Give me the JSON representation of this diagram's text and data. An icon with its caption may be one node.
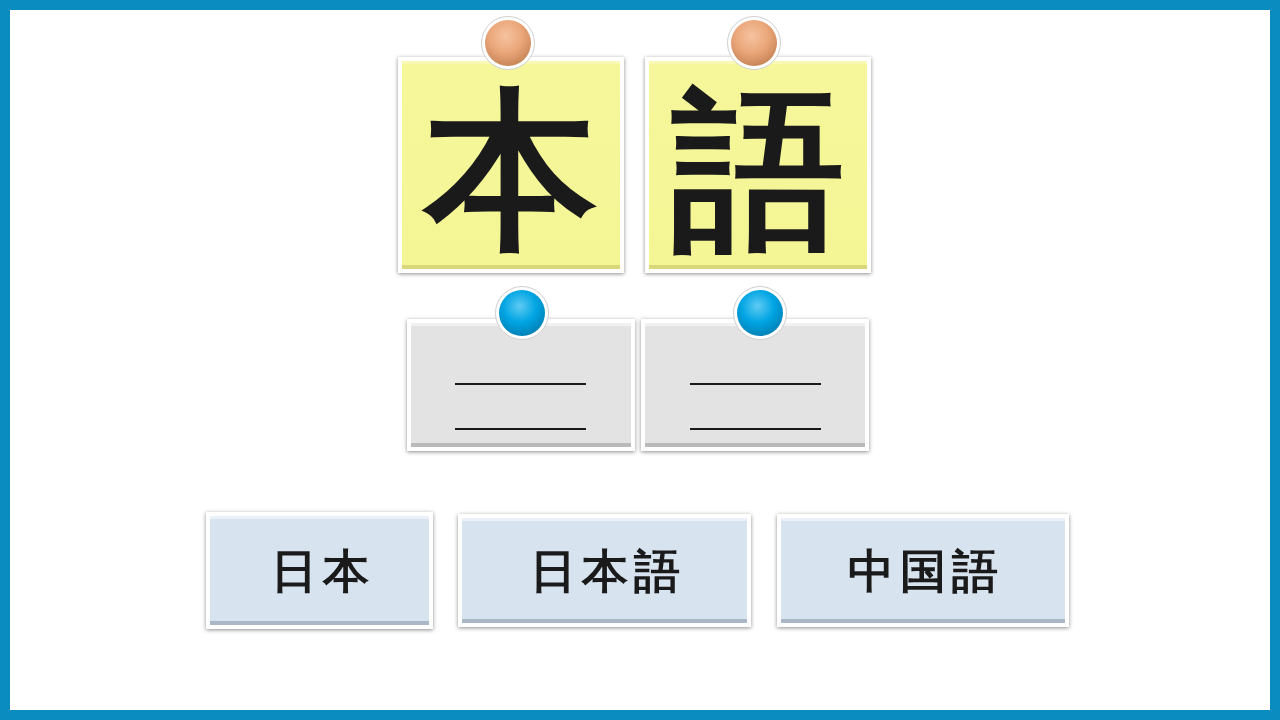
{
  "diagram": {
    "nodes": [
      {
        "text": [
          "本"
        ]
      },
      {
        "text": [
          "語"
        ]
      },
      {
        "text": [],
        "shape": "box"
      },
      {
        "text": [],
        "shape": "box"
      },
      {
        "text": [
          "日本"
        ]
      },
      {
        "text": [
          "日本語"
        ]
      },
      {
        "text": [
          "中国語"
        ]
      }
    ]
  }
}
